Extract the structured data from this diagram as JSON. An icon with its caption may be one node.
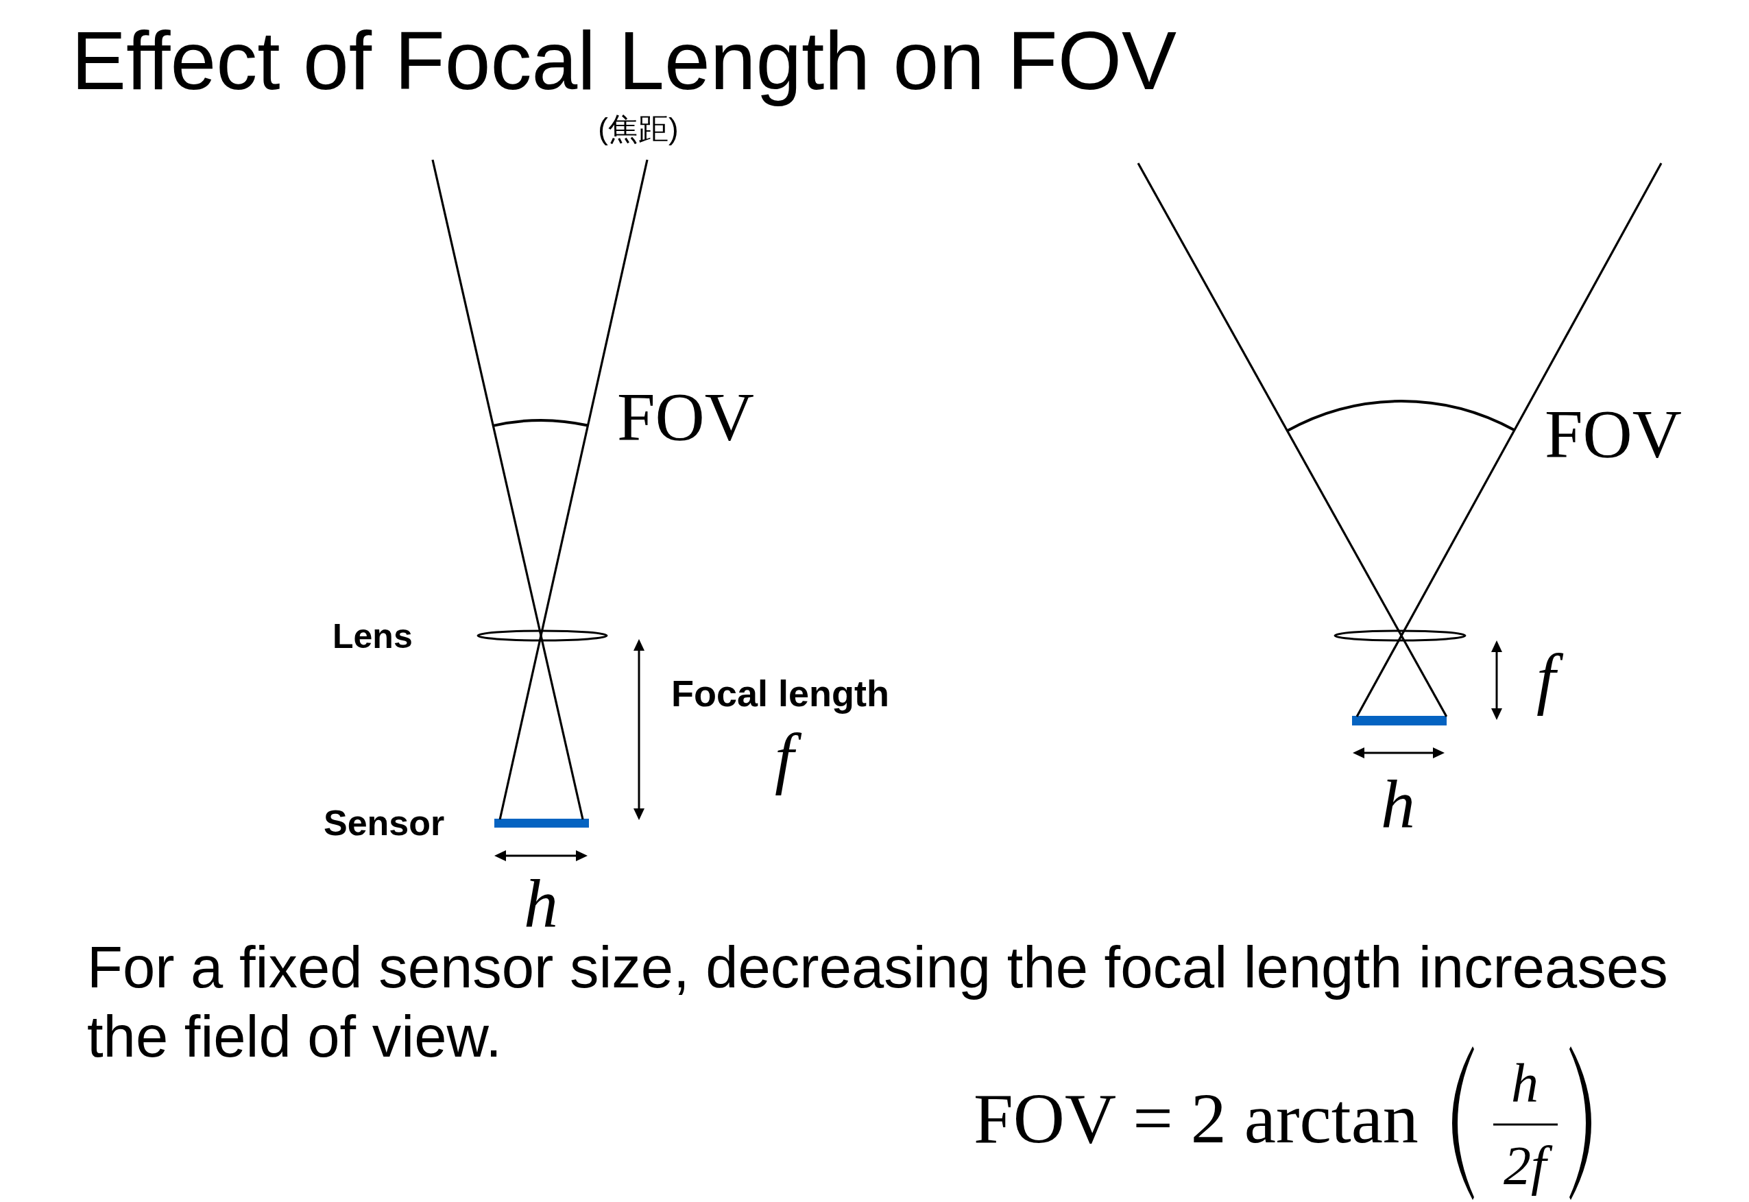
{
  "diagram": {
    "title": "Effect of Focal Length on FOV",
    "nodes": [
      {
        "text": [],
        "shape": "ellipse",
        "beside": [
          "Lens"
        ]
      },
      {
        "text": [],
        "shape": "bar",
        "beside": [
          "Sensor"
        ]
      },
      {
        "text": [],
        "shape": "ellipse"
      },
      {
        "text": [],
        "shape": "bar"
      }
    ],
    "labels": [
      "(焦距)",
      "FOV",
      "Focal length",
      "f",
      "h",
      "FOV",
      "f",
      "h",
      "For a fixed sensor size, decreasing the focal length increases the field of view.",
      "FOV = 2 arctan",
      "h",
      "2f"
    ]
  }
}
